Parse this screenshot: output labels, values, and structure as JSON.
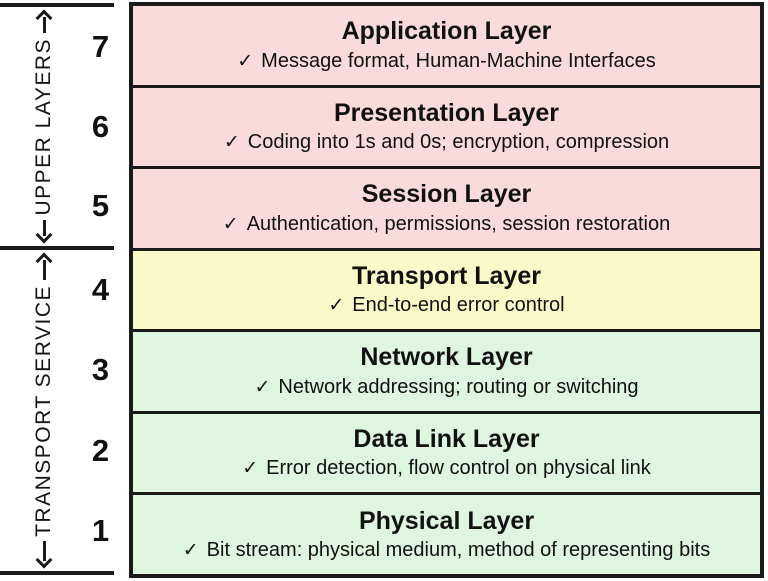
{
  "sidebar": {
    "upper": {
      "label": "UPPER LAYERS"
    },
    "lower": {
      "label": "TRANSPORT SERVICE"
    }
  },
  "icons": {
    "check": "✓"
  },
  "colors": {
    "upper_rows": "#f9dbdb",
    "transport_row": "#fafac9",
    "lower_rows": "#def5e0",
    "line": "#1a1a1a"
  },
  "layers": [
    {
      "number": "7",
      "name": "Application Layer",
      "description": "Message format, Human-Machine Interfaces",
      "color": "#f9dbdb"
    },
    {
      "number": "6",
      "name": "Presentation Layer",
      "description": "Coding into 1s and 0s; encryption, compression",
      "color": "#f9dbdb"
    },
    {
      "number": "5",
      "name": "Session Layer",
      "description": "Authentication, permissions, session restoration",
      "color": "#f9dbdb"
    },
    {
      "number": "4",
      "name": "Transport Layer",
      "description": "End-to-end error control",
      "color": "#fafac9"
    },
    {
      "number": "3",
      "name": "Network Layer",
      "description": "Network addressing; routing or switching",
      "color": "#def5e0"
    },
    {
      "number": "2",
      "name": "Data Link Layer",
      "description": "Error detection, flow control on physical link",
      "color": "#def5e0"
    },
    {
      "number": "1",
      "name": "Physical Layer",
      "description": "Bit stream: physical medium, method of representing bits",
      "color": "#def5e0"
    }
  ]
}
